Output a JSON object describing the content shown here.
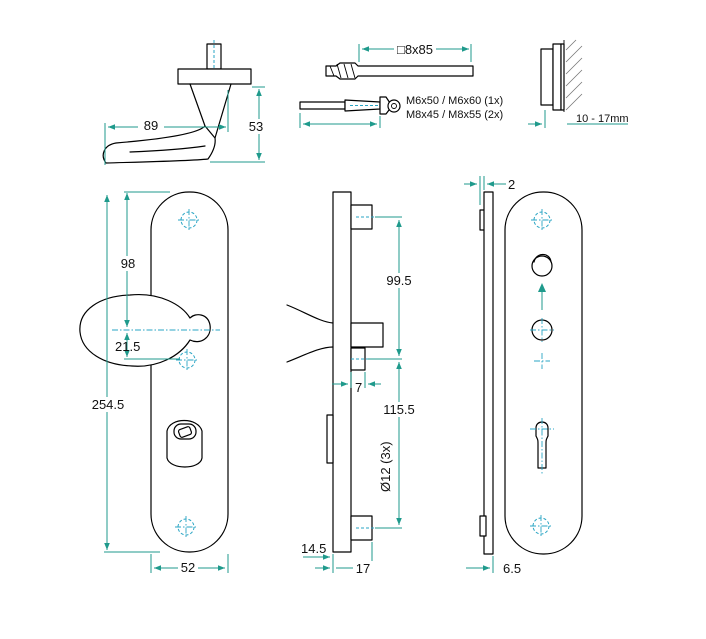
{
  "colors": {
    "outline": "#000000",
    "dimension": "#1f9a8c",
    "centerline": "#2aa5c4",
    "background": "#ffffff"
  },
  "handle_top": {
    "width": "89",
    "height": "53"
  },
  "spindle": {
    "size": "□8x85"
  },
  "screws": {
    "line1": "M6x50 / M6x60 (1x)",
    "line2": "M8x45 / M8x55 (2x)"
  },
  "door": {
    "thickness": "10 - 17mm"
  },
  "front_view": {
    "knob_center_height": "98",
    "knob_offset": "21.5",
    "total_height": "254.5",
    "width": "52"
  },
  "side_view": {
    "top_to_spindle": "99.5",
    "offset": "7",
    "spindle_to_cylinder": "115.5",
    "bolt_diameter": "Ø12 (3x)",
    "bottom_depth": "14.5",
    "depth": "17"
  },
  "back_view": {
    "plate_thickness": "2",
    "back_depth": "6.5"
  }
}
